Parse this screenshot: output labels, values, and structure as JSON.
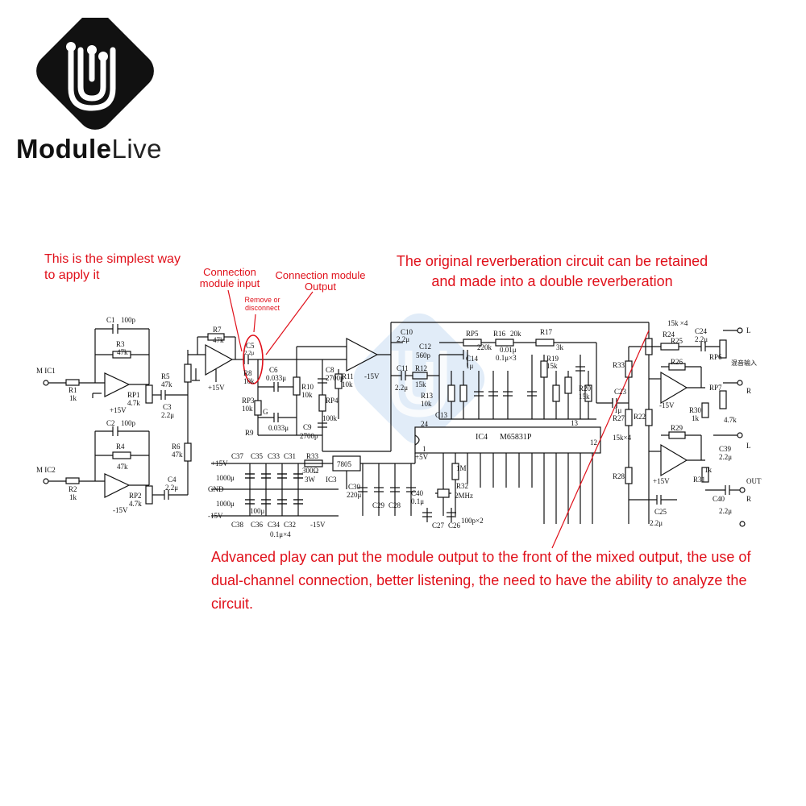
{
  "brand": {
    "name_bold": "Module",
    "name_light": "Live"
  },
  "annotations": {
    "simplest": "This is the simplest way to apply it",
    "conn_input": "Connection module input",
    "conn_output": "Connection module Output",
    "remove": "Remove or disconnect",
    "original": "The original reverberation circuit can be retained and made into a double reverberation",
    "advanced": "Advanced play can put the module output to the front of the mixed output, the use of dual-channel connection, better listening, the need to have the ability to analyze the circuit."
  },
  "schematic": {
    "labels": {
      "mic1": "M IC1",
      "mic2": "M IC2",
      "r1": "R1",
      "r1v": "1k",
      "r2": "R2",
      "r2v": "1k",
      "c1": "C1",
      "c1v": "100p",
      "c2": "C2",
      "c2v": "100p",
      "r3": "R3",
      "r3v": "47k",
      "r4": "R4",
      "r4v": "47k",
      "rp1": "RP1",
      "rp1v": "4.7k",
      "rp2": "RP2",
      "rp2v": "4.7k",
      "r5": "R5",
      "r5v": "47k",
      "r6": "R6",
      "r6v": "47k",
      "c3": "C3",
      "c3v": "2.2μ",
      "c4": "C4",
      "c4v": "2.2μ",
      "r7": "R7",
      "r7v": "47k",
      "c5": "C5",
      "c5v": "2.2μ",
      "r8": "R8",
      "r8v": "10k",
      "c6": "C6",
      "c6v": "0.033μ",
      "rp3": "RP3",
      "rp3v": "10k",
      "r9": "R9",
      "g": "G",
      "c7": "0.033μ",
      "c8": "C8",
      "c8v": "2700p",
      "r10": "R10",
      "r10v": "10k",
      "r11": "R11",
      "r11v": "10k",
      "rp4": "RP4",
      "rp4v": "100k",
      "c9": "C9",
      "c9v": "2700p",
      "c10": "C10",
      "c10v": "2.2μ",
      "c11": "C11",
      "c11v": "2.2μ",
      "r12": "R12",
      "r12v": "15k",
      "r13": "R13",
      "r13v": "10k",
      "c12": "C12",
      "c12v": "560p",
      "c13": "C13",
      "c14": "C14",
      "c14v": "1μ",
      "rp5": "RP5",
      "rp5v": "220k",
      "r16": "R16",
      "r16v": "20k",
      "r17": "R17",
      "r17v": "3k",
      "c21": "0.01μ",
      "c22": "0.1μ×3",
      "r19": "R19",
      "r19v": "15k",
      "r20": "R20",
      "r20v": "15k",
      "ic4": "IC4",
      "ic4name": "M65831P",
      "pin24": "24",
      "pin1": "1",
      "pin12": "12",
      "pin13": "13",
      "p5v": "+5V",
      "p15v": "+15V",
      "m15v": "-15V",
      "gnd": "GND",
      "v7805": "7805",
      "ic3": "IC3",
      "r33a": "R33",
      "r33v": "300Ω",
      "r33w": "3W",
      "c37": "C37",
      "c35": "C35",
      "c33": "C33",
      "c31": "C31",
      "c38": "C38",
      "c36": "C36",
      "c34": "C34",
      "c32": "C32",
      "c1000": "1000μ",
      "c100": "100μ",
      "c01x4": "0.1μ×4",
      "c30": "C30",
      "c30v": "220μ",
      "c29": "C29",
      "c28": "C28",
      "c40a": "C40",
      "c40av": "0.1μ",
      "c27": "C27",
      "c26": "C26",
      "c100x2": "100p×2",
      "r32": "R32",
      "r32v": "1M",
      "xtal": "2MHz",
      "c23": "C23",
      "c23v": "1μ",
      "r24": "R24",
      "r24v": "15k ×4",
      "r25": "R25",
      "r26": "R26",
      "r27": "R27",
      "r28": "R28",
      "r29": "R29",
      "r30": "R30",
      "r30v": "1k",
      "r31": "R31",
      "r31v": "1k",
      "r22": "R22",
      "r33b": "R33",
      "r15kx4": "15k×4",
      "c24": "C24",
      "c24v": "2.2μ",
      "rp6": "RP6",
      "rp7": "RP7",
      "rp7v": "4.7k",
      "c39": "C39",
      "c39v": "2.2μ",
      "c40": "C40",
      "c40v": "2.2μ",
      "c25": "C25",
      "c25v": "2.2μ",
      "outL": "L",
      "outR": "R",
      "out": "OUT",
      "inL": "L",
      "inR": "R",
      "reverb_in": "混音输入"
    }
  }
}
